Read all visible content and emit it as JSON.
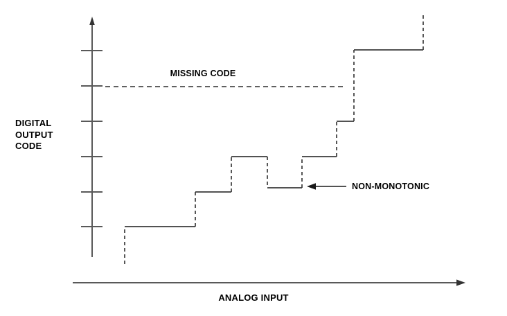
{
  "chart_data": {
    "type": "line",
    "title": "",
    "xlabel": "ANALOG INPUT",
    "ylabel": "DIGITAL OUTPUT CODE",
    "grid": false,
    "legend": null,
    "annotations": [
      {
        "name": "missing-code",
        "text": "MISSING CODE",
        "description": "dashed horizontal reference line at the digital output code level that is skipped by the transfer function"
      },
      {
        "name": "non-monotonic",
        "text": "NON-MONOTONIC",
        "description": "arrow pointing to the step where the output code decreases as the analog input increases"
      }
    ],
    "y_tick_count": 6,
    "y_tick_levels": [
      1,
      2,
      3,
      4,
      5,
      6
    ],
    "x_axis_has_arrow": true,
    "y_axis_has_arrow": true,
    "staircase_steps": [
      {
        "index": 0,
        "code_level": 1,
        "monotonic": true
      },
      {
        "index": 1,
        "code_level": 2,
        "monotonic": true
      },
      {
        "index": 2,
        "code_level": 3,
        "monotonic": true
      },
      {
        "index": 3,
        "code_level": 2.1,
        "monotonic": false
      },
      {
        "index": 4,
        "code_level": 3,
        "monotonic": true
      },
      {
        "index": 5,
        "code_level": 4,
        "monotonic": true
      },
      {
        "index": 6,
        "code_level": 6,
        "monotonic": true,
        "skips_code": 5
      }
    ]
  },
  "labels": {
    "y_axis_line1": "DIGITAL",
    "y_axis_line2": "OUTPUT",
    "y_axis_line3": "CODE",
    "x_axis": "ANALOG INPUT",
    "missing_code": "MISSING CODE",
    "non_monotonic": "NON-MONOTONIC"
  },
  "colors": {
    "line": "#3a3a3a",
    "axis": "#595959",
    "text": "#000000",
    "background": "#ffffff"
  }
}
